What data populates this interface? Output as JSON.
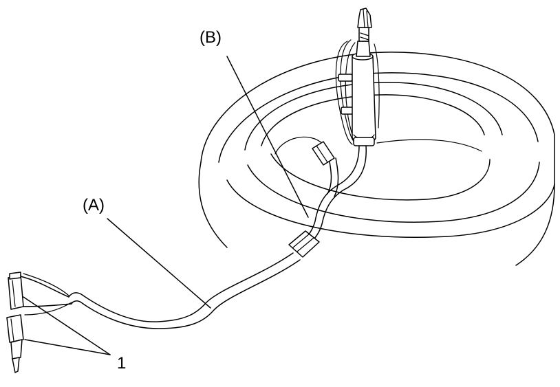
{
  "labels": {
    "callout_a": "(A)",
    "callout_b": "(B)",
    "callout_1": "1"
  },
  "colors": {
    "line": "#000000",
    "background": "#ffffff"
  }
}
